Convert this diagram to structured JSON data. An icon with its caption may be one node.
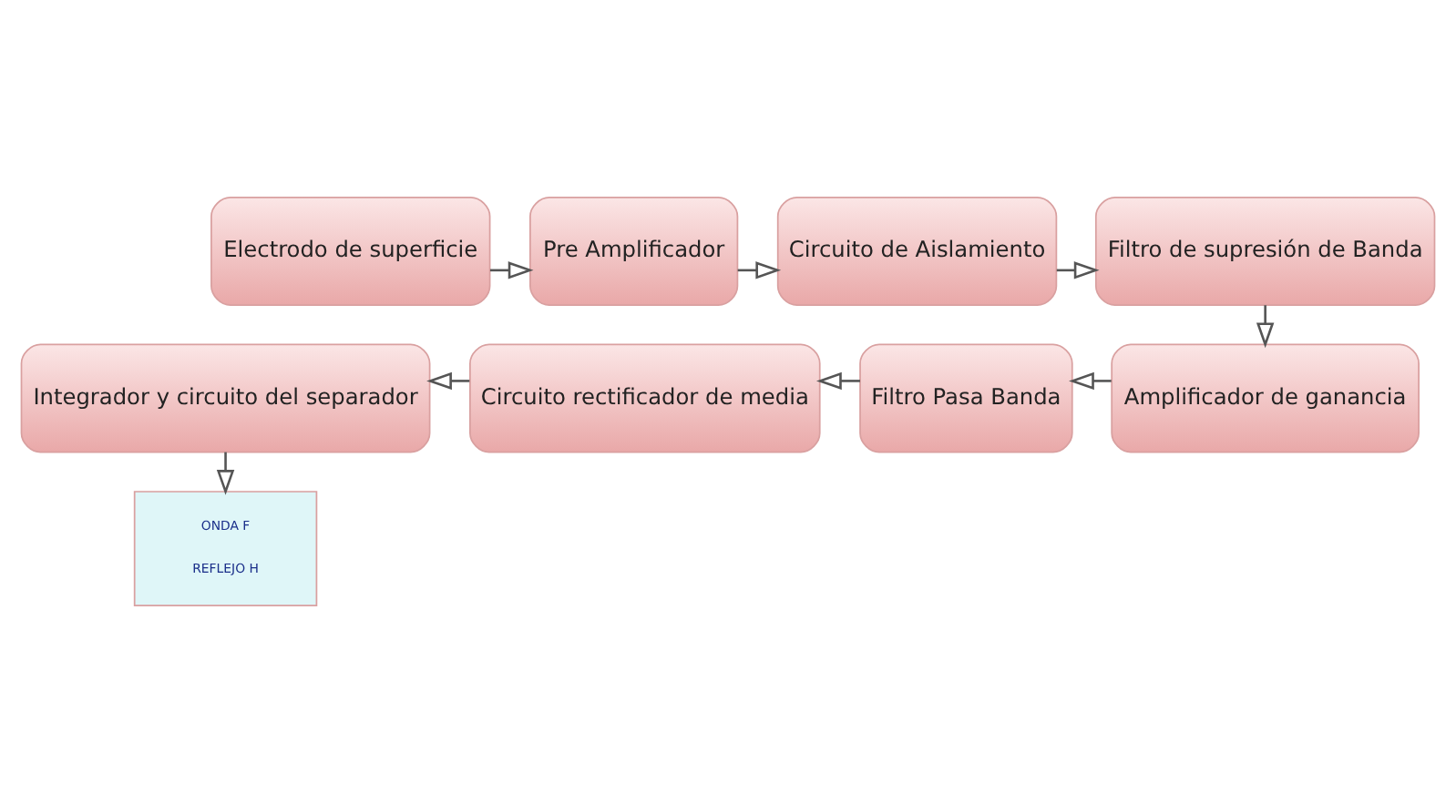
{
  "diagram": {
    "nodes": [
      {
        "text": [
          "Electrodo de superficie"
        ]
      },
      {
        "text": [
          "Pre Amplificador"
        ]
      },
      {
        "text": [
          "Circuito de Aislamiento"
        ]
      },
      {
        "text": [
          "Filtro de supresión de Banda"
        ]
      },
      {
        "text": [
          "Amplificador de ganancia"
        ]
      },
      {
        "text": [
          "Filtro Pasa Banda"
        ]
      },
      {
        "text": [
          "Circuito rectificador de media"
        ]
      },
      {
        "text": [
          "Integrador y circuito del separador"
        ]
      },
      {
        "text": [
          "ONDA F",
          "REFLEJO H"
        ]
      }
    ],
    "edges": [
      {
        "from": 0,
        "to": 1,
        "arrow": "to"
      },
      {
        "from": 1,
        "to": 2,
        "arrow": "to"
      },
      {
        "from": 2,
        "to": 3,
        "arrow": "to"
      },
      {
        "from": 3,
        "to": 4,
        "arrow": "to"
      },
      {
        "from": 4,
        "to": 5,
        "arrow": "to"
      },
      {
        "from": 5,
        "to": 6,
        "arrow": "to"
      },
      {
        "from": 6,
        "to": 7,
        "arrow": "to"
      },
      {
        "from": 7,
        "to": 8,
        "arrow": "to"
      }
    ]
  }
}
